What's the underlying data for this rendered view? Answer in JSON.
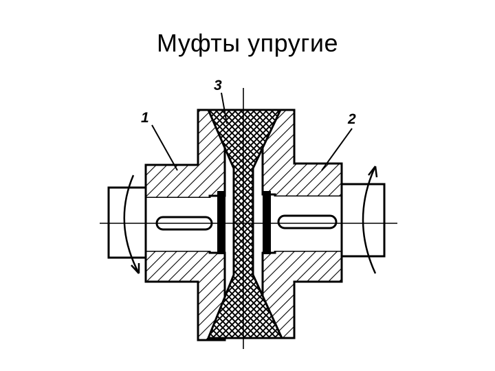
{
  "slide": {
    "title": "Муфты упругие"
  },
  "drawing": {
    "labels": [
      {
        "id": "label-1",
        "text": "1"
      },
      {
        "id": "label-2",
        "text": "2"
      },
      {
        "id": "label-3",
        "text": "3"
      }
    ],
    "colors": {
      "ink": "#000000",
      "background": "#ffffff"
    }
  }
}
